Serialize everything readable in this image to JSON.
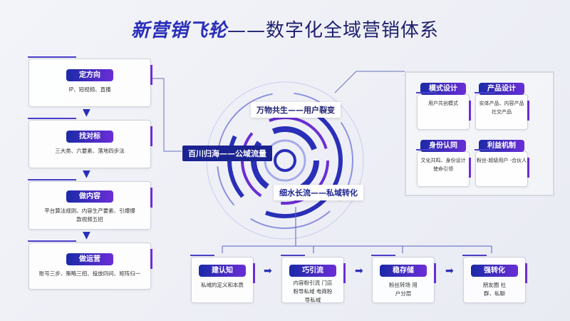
{
  "title": {
    "bold": "新营销飞轮",
    "rest": "——数字化全域营销体系"
  },
  "left_steps": [
    {
      "label": "定方向",
      "text": "IP、短视频、直播"
    },
    {
      "label": "找对标",
      "text": "三大类、六要素、落地四步法"
    },
    {
      "label": "做内容",
      "text": "平台算法规则、内容生产要素、引爆爆款视频五招"
    },
    {
      "label": "做运营",
      "text": "账号三步、策略三招、投放四问、矩阵归一"
    }
  ],
  "center": {
    "top": "万物共生——用户裂变",
    "left": "百川归海——公域流量",
    "bottom": "细水长流——私域转化"
  },
  "right_cards": [
    {
      "label": "模式设计",
      "text": "用户共创模式"
    },
    {
      "label": "产品设计",
      "text": "实体产品、内容产品 社交产品"
    },
    {
      "label": "身份认同",
      "text": "文化共鸣、身份设计 使命引领"
    },
    {
      "label": "利益机制",
      "text": "粉丝-超级用户 -合伙人"
    }
  ],
  "bottom_steps": [
    {
      "label": "建认知",
      "text": "私域的定义和本质"
    },
    {
      "label": "巧引流",
      "text": "内容粉引流 门店粉导私域 电商粉导私域"
    },
    {
      "label": "稳存储",
      "text": "粉丝转场 用户分层"
    },
    {
      "label": "强转化",
      "text": "朋友圈 社群、私聊"
    }
  ],
  "colors": {
    "accent": "#2a2fb8",
    "purple": "#6a2ed6"
  }
}
